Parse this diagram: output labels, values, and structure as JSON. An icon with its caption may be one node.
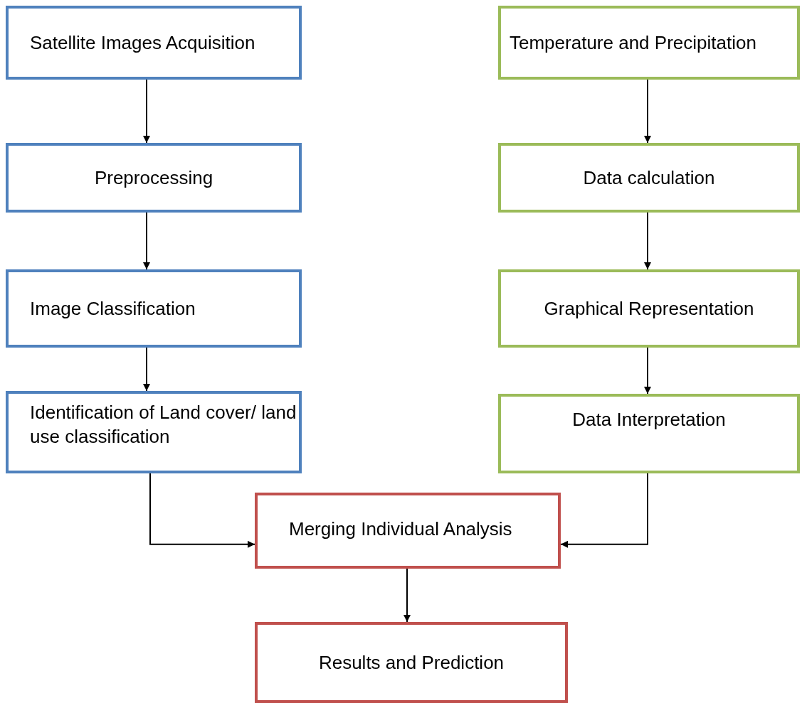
{
  "diagram": {
    "nodes": [
      {
        "text": [
          "Satellite Images Acquisition"
        ]
      },
      {
        "text": [
          "Preprocessing"
        ]
      },
      {
        "text": [
          "Image Classification"
        ]
      },
      {
        "text": [
          "Identification of Land cover/ land use classification"
        ]
      },
      {
        "text": [
          "Temperature and Precipitation"
        ]
      },
      {
        "text": [
          "Data calculation"
        ]
      },
      {
        "text": [
          "Graphical Representation"
        ]
      },
      {
        "text": [
          "Data Interpretation"
        ]
      },
      {
        "text": [
          "Merging Individual Analysis"
        ]
      },
      {
        "text": [
          "Results and Prediction"
        ]
      }
    ],
    "edges": [
      {
        "from": 0,
        "to": 1,
        "arrow": "to"
      },
      {
        "from": 1,
        "to": 2,
        "arrow": "to"
      },
      {
        "from": 2,
        "to": 3,
        "arrow": "to"
      },
      {
        "from": 3,
        "to": 8,
        "arrow": "to"
      },
      {
        "from": 4,
        "to": 5,
        "arrow": "to"
      },
      {
        "from": 5,
        "to": 6,
        "arrow": "to"
      },
      {
        "from": 6,
        "to": 7,
        "arrow": "to"
      },
      {
        "from": 7,
        "to": 8,
        "arrow": "to"
      },
      {
        "from": 8,
        "to": 9,
        "arrow": "to"
      }
    ]
  }
}
